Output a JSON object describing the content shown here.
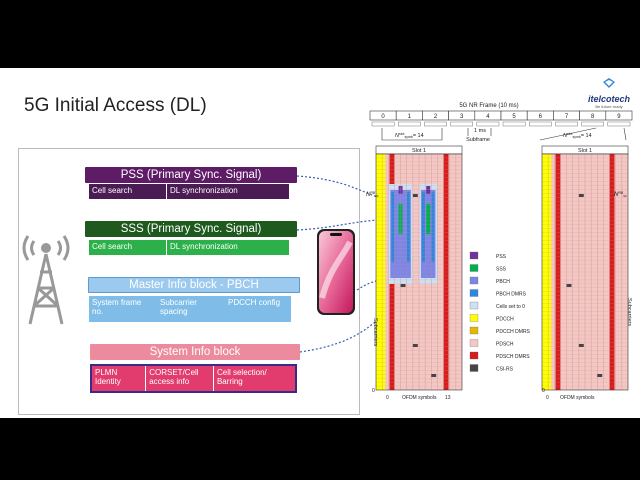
{
  "title": "5G Initial Access (DL)",
  "logo": {
    "name": "itelcotech",
    "tagline": "Be future ready"
  },
  "pss": {
    "title": "PSS (Primary Sync. Signal)",
    "items": [
      "Cell search",
      "DL synchronization"
    ]
  },
  "sss": {
    "title": "SSS (Primary Sync. Signal)",
    "items": [
      "Cell search",
      "DL synchronization"
    ]
  },
  "mib": {
    "title": "Master Info block - PBCH",
    "items": [
      "System frame no.",
      "Subcarrier spacing",
      "PDCCH config"
    ]
  },
  "sib": {
    "title": "System Info block",
    "items": [
      "PLMN Identity",
      "CORSET/Cell access info",
      "Cell selection/ Barring"
    ]
  },
  "diagram": {
    "frame_label": "5G NR Frame (10 ms)",
    "subframe_numbers": [
      "0",
      "1",
      "2",
      "3",
      "4",
      "5",
      "6",
      "7",
      "8",
      "9"
    ],
    "ms_label": "1 ms",
    "subframe_label": "Subframe",
    "slot_label": "Slot 1",
    "symbols_per_slot": "= 14",
    "ofdm_label": "OFDM symbols",
    "subcarriers_label": "Subcarriers",
    "axis_zero": "0",
    "axis_end": "13",
    "legend": [
      {
        "label": "PSS",
        "color": "#7030a0"
      },
      {
        "label": "SSS",
        "color": "#00b050"
      },
      {
        "label": "PBCH",
        "color": "#7b86e8"
      },
      {
        "label": "PBCH DMRS",
        "color": "#2e86de"
      },
      {
        "label": "Cells set to 0",
        "color": "#cfe0f3"
      },
      {
        "label": "PDCCH",
        "color": "#ffff00"
      },
      {
        "label": "PDCCH DMRS",
        "color": "#e6b800"
      },
      {
        "label": "PDSCH",
        "color": "#f4c7c3"
      },
      {
        "label": "PDSCH DMRS",
        "color": "#d81b1b"
      },
      {
        "label": "CSI-RS",
        "color": "#444444"
      }
    ]
  }
}
